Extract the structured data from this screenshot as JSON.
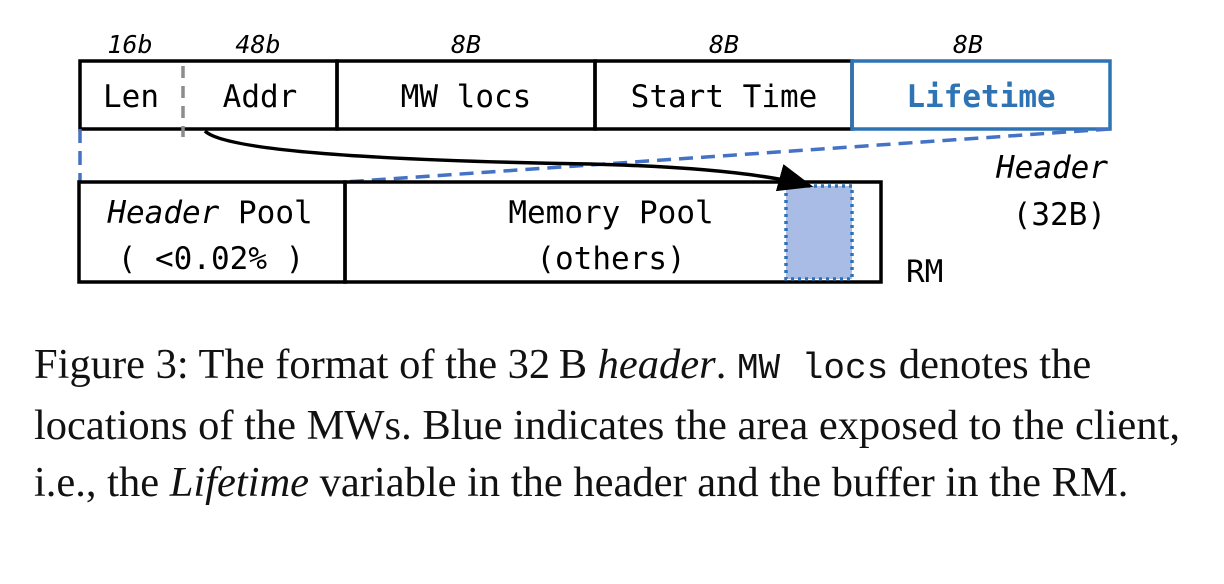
{
  "fields": [
    {
      "size": "16b",
      "label": "Len"
    },
    {
      "size": "48b",
      "label": "Addr"
    },
    {
      "size": "8B",
      "label": "MW locs"
    },
    {
      "size": "8B",
      "label": "Start Time"
    },
    {
      "size": "8B",
      "label": "Lifetime"
    }
  ],
  "header_label": {
    "line1": "Header",
    "line2": "(32B)"
  },
  "rm": {
    "header_pool": {
      "line1_italic": "Header",
      "line1_rest": " Pool",
      "line2": "( <0.02% )"
    },
    "memory_pool": {
      "line1": "Memory Pool",
      "line2": "(others)"
    },
    "label": "RM"
  },
  "caption": {
    "p1": "Figure 3: The format of the 32 B ",
    "header_word": "header",
    "p2": ". ",
    "mono": "MW locs",
    "p3": " denotes the locations of the MWs. Blue indicates the area exposed to the client, i.e., the ",
    "lifetime_word": "Lifetime",
    "p4": " variable in the header and the buffer in the RM."
  },
  "colors": {
    "blue": "#2e74b5",
    "blue_dash": "#4472c4",
    "buffer_fill": "#a9bce6",
    "black": "#000000",
    "gray": "#8c8c8c"
  }
}
